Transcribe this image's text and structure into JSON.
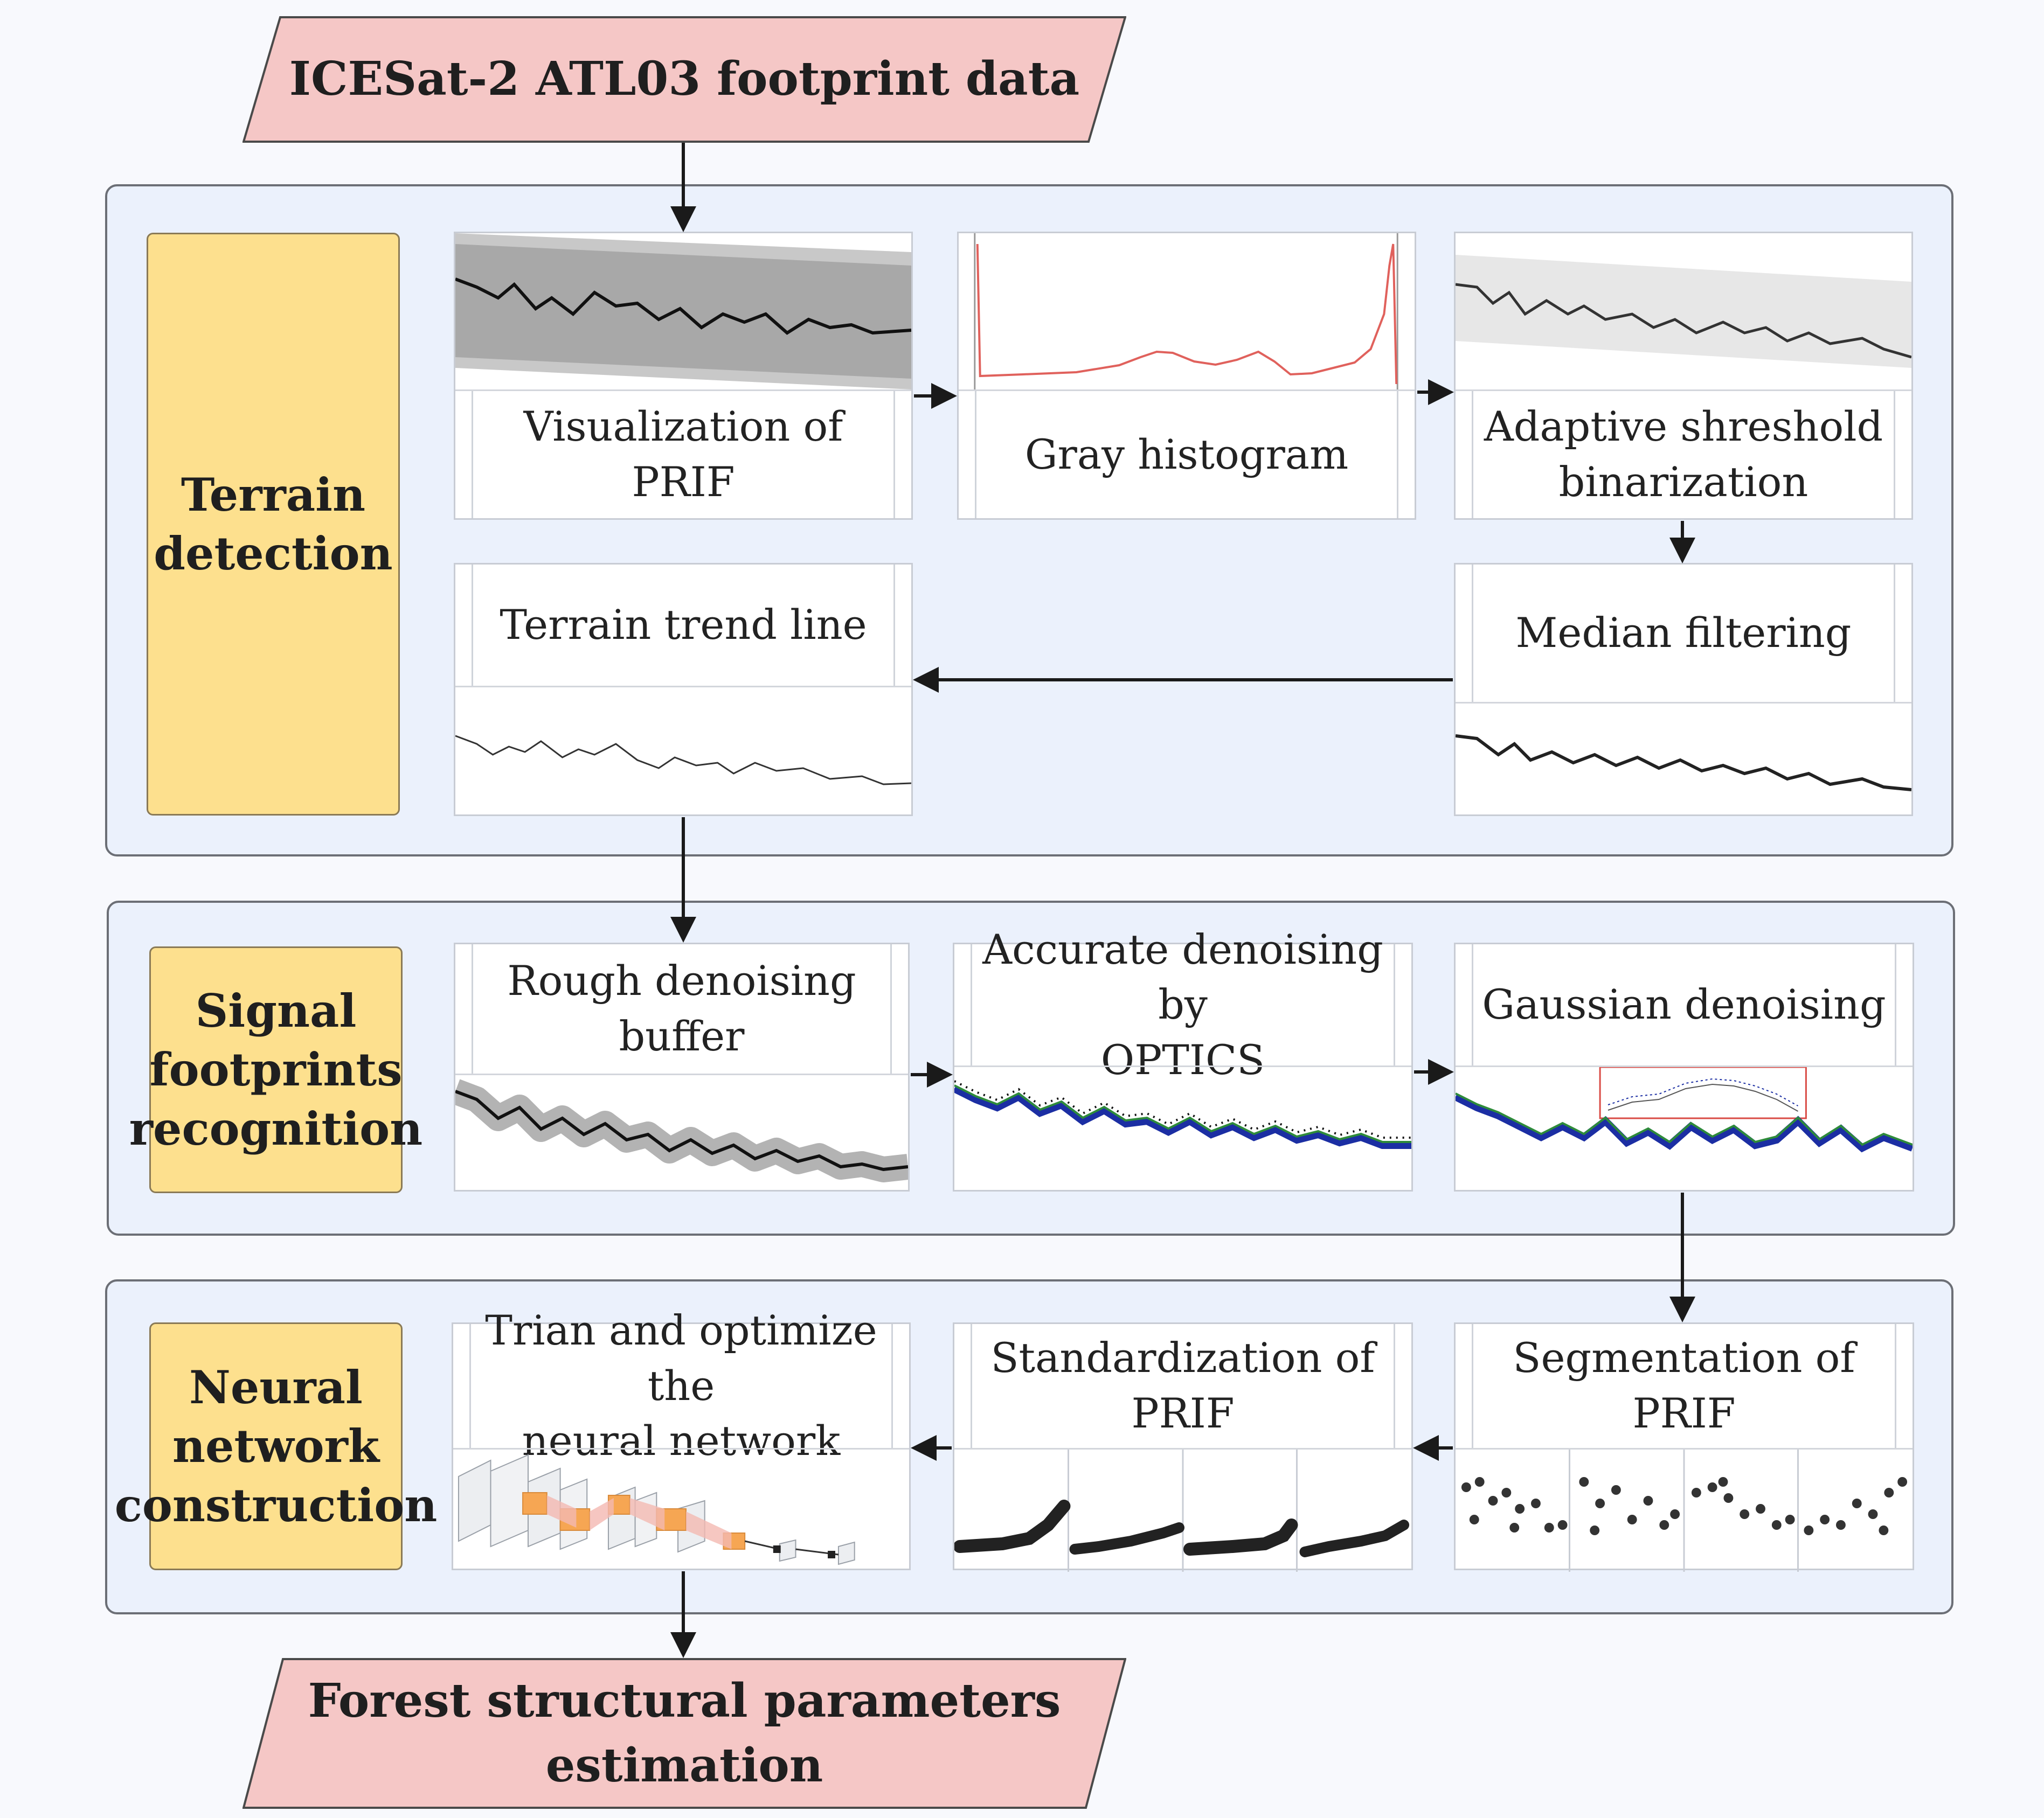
{
  "input": {
    "label": "ICESat-2 ATL03 footprint data"
  },
  "output": {
    "label": "Forest structural parameters\nestimation"
  },
  "stages": [
    {
      "id": "terrain",
      "label": "Terrain\ndetection",
      "steps": [
        {
          "id": "vis",
          "label": "Visualization of PRIF"
        },
        {
          "id": "hist",
          "label": "Gray histogram"
        },
        {
          "id": "bin",
          "label": "Adaptive shreshold\nbinarization"
        },
        {
          "id": "median",
          "label": "Median filtering"
        },
        {
          "id": "trend",
          "label": "Terrain trend line"
        }
      ]
    },
    {
      "id": "signal",
      "label": "Signal\nfootprints\nrecognition",
      "steps": [
        {
          "id": "rough",
          "label": "Rough denoising\nbuffer"
        },
        {
          "id": "optics",
          "label": "Accurate denoising by\nOPTICS"
        },
        {
          "id": "gauss",
          "label": "Gaussian denoising"
        }
      ]
    },
    {
      "id": "neural",
      "label": "Neural\nnetwork\nconstruction",
      "steps": [
        {
          "id": "seg",
          "label": "Segmentation of PRIF"
        },
        {
          "id": "std",
          "label": "Standardization of\nPRIF"
        },
        {
          "id": "train",
          "label": "Trian and optimize the\nneural network"
        }
      ]
    }
  ],
  "colors": {
    "io_fill": "#f5c7c6",
    "stage_fill": "#ebf1fc",
    "side_fill": "#fde08e",
    "histogram": "#e0615c",
    "track_blue": "#1b2ea3",
    "track_green": "#2e8b3a",
    "nn_orange": "#f6a653",
    "nn_pink": "#f4b9b2",
    "zoom_red": "#d94b45"
  }
}
